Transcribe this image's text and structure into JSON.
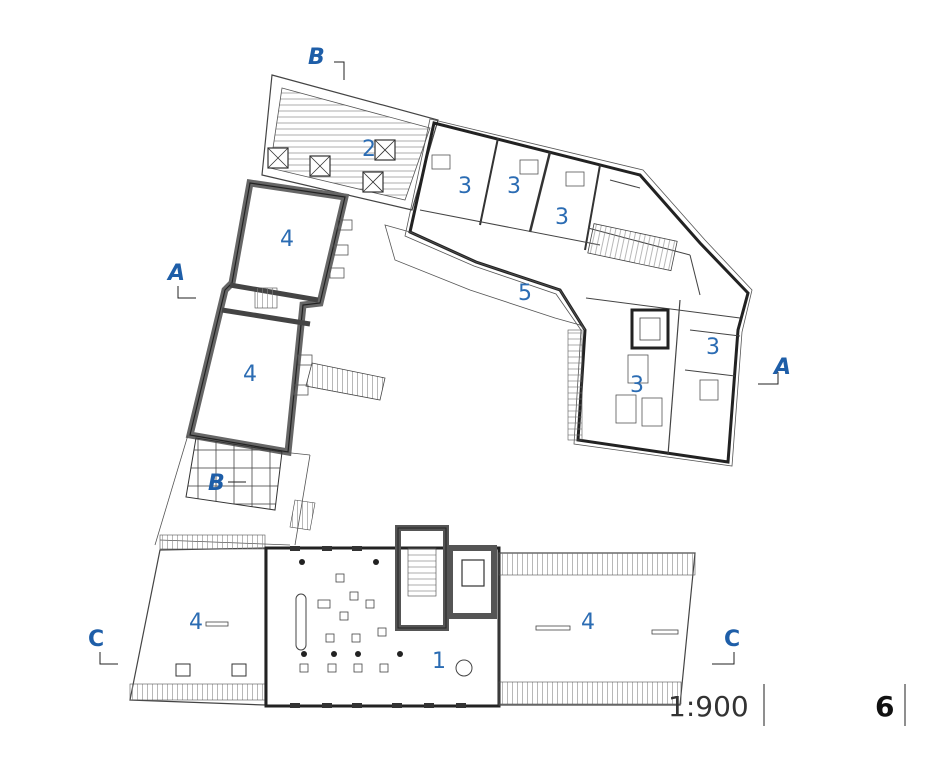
{
  "rooms": [
    {
      "id": "r1",
      "label": "1"
    },
    {
      "id": "r2",
      "label": "2"
    },
    {
      "id": "r3a",
      "label": "3"
    },
    {
      "id": "r3b",
      "label": "3"
    },
    {
      "id": "r3c",
      "label": "3"
    },
    {
      "id": "r3d",
      "label": "3"
    },
    {
      "id": "r3e",
      "label": "3"
    },
    {
      "id": "r4a",
      "label": "4"
    },
    {
      "id": "r4b",
      "label": "4"
    },
    {
      "id": "r4c",
      "label": "4"
    },
    {
      "id": "r4d",
      "label": "4"
    },
    {
      "id": "r5",
      "label": "5"
    }
  ],
  "section_markers": {
    "A": "A",
    "B": "B",
    "C": "C"
  },
  "footer": {
    "scale": "1:900",
    "page_number": "6"
  },
  "colors": {
    "label_blue": "#2b6cb3",
    "section_blue": "#1e5ea8",
    "wall": "#333333"
  }
}
